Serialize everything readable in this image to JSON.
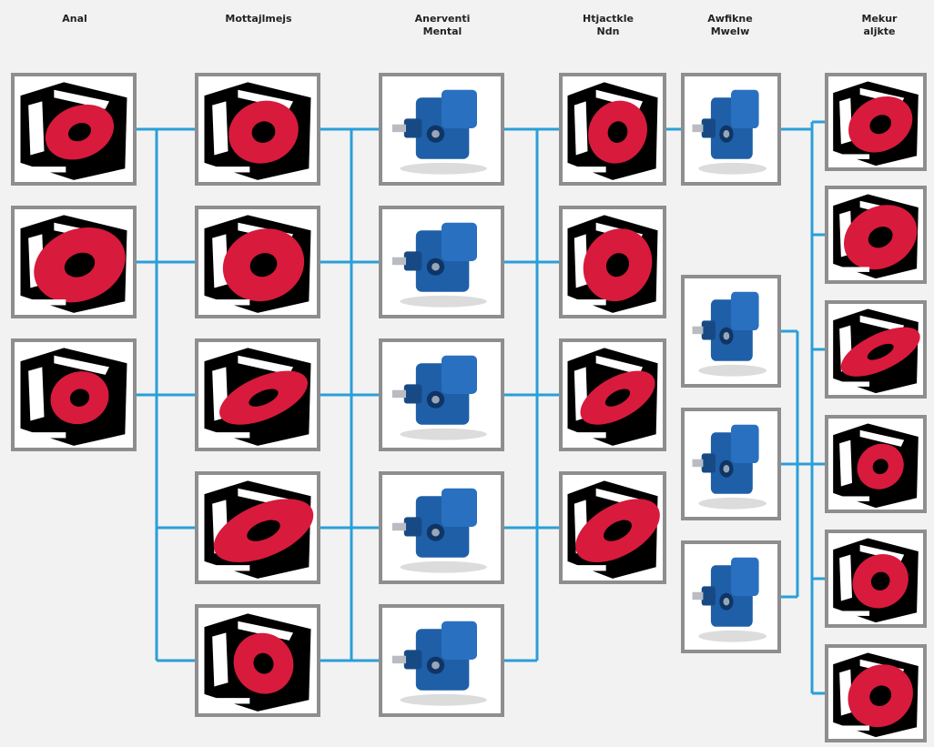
{
  "columns": [
    {
      "id": "c1",
      "title": "Anal",
      "icon": "mounting-style-icon"
    },
    {
      "id": "c2",
      "title": "Mottajlmejs",
      "icon": "gear-housing-icon"
    },
    {
      "id": "c3",
      "title": "Anerventi\nMental",
      "icon": "gear-unit-product-icon"
    },
    {
      "id": "c4",
      "title": "Htjactkle\nNdn",
      "icon": "adapter-flange-icon"
    },
    {
      "id": "c5",
      "title": "Awfikne\nMwelw",
      "icon": "electric-motor-icon"
    },
    {
      "id": "c6",
      "title": "Mekur\naljkte",
      "icon": "motor-option-icon"
    }
  ],
  "tiles": {
    "c1": [
      {
        "name": "foot-mount-shaft-icon",
        "variant": "shaft"
      },
      {
        "name": "foot-mount-disc-icon",
        "variant": "disc"
      },
      {
        "name": "foot-mount-hollow-icon",
        "variant": "hollow"
      }
    ],
    "c2": [
      {
        "name": "housing-foot-icon",
        "variant": "housing-a"
      },
      {
        "name": "housing-flange-icon",
        "variant": "housing-b"
      },
      {
        "name": "housing-torque-arm-icon",
        "variant": "housing-c"
      },
      {
        "name": "housing-compact-icon",
        "variant": "housing-d"
      },
      {
        "name": "housing-cube-icon",
        "variant": "housing-e"
      }
    ],
    "c3": [
      {
        "name": "bevel-gear-unit-icon",
        "variant": "prod-a"
      },
      {
        "name": "helical-gear-unit-icon",
        "variant": "prod-b"
      },
      {
        "name": "parallel-shaft-unit-icon",
        "variant": "prod-c"
      },
      {
        "name": "hollow-shaft-unit-icon",
        "variant": "prod-d"
      },
      {
        "name": "shaft-mount-unit-icon",
        "variant": "prod-e"
      }
    ],
    "c4": [
      {
        "name": "iec-adapter-icon",
        "variant": "adapter-a"
      },
      {
        "name": "flange-adapter-icon",
        "variant": "adapter-b"
      },
      {
        "name": "square-adapter-icon",
        "variant": "adapter-c"
      },
      {
        "name": "servo-adapter-icon",
        "variant": "adapter-d"
      }
    ],
    "c5": [
      {
        "name": "motor-standard-icon",
        "variant": "motor-a"
      },
      {
        "name": "motor-brake-icon",
        "variant": "motor-b"
      },
      {
        "name": "motor-encoder-icon",
        "variant": "motor-c"
      },
      {
        "name": "motor-fan-icon",
        "variant": "motor-d"
      }
    ],
    "c6": [
      {
        "name": "option-brake-icon",
        "variant": "opt-a"
      },
      {
        "name": "option-fan-icon",
        "variant": "opt-b"
      },
      {
        "name": "option-encoder-icon",
        "variant": "opt-c"
      },
      {
        "name": "option-terminal-box-icon",
        "variant": "opt-d"
      },
      {
        "name": "option-connector-icon",
        "variant": "opt-e"
      },
      {
        "name": "option-sensor-icon",
        "variant": "opt-f"
      }
    ]
  },
  "colors": {
    "connector": "#2a9fd8",
    "frame": "#8e8e8e",
    "accent": "#d81a3c",
    "product": "#1f5fa8",
    "ink": "#000000"
  }
}
